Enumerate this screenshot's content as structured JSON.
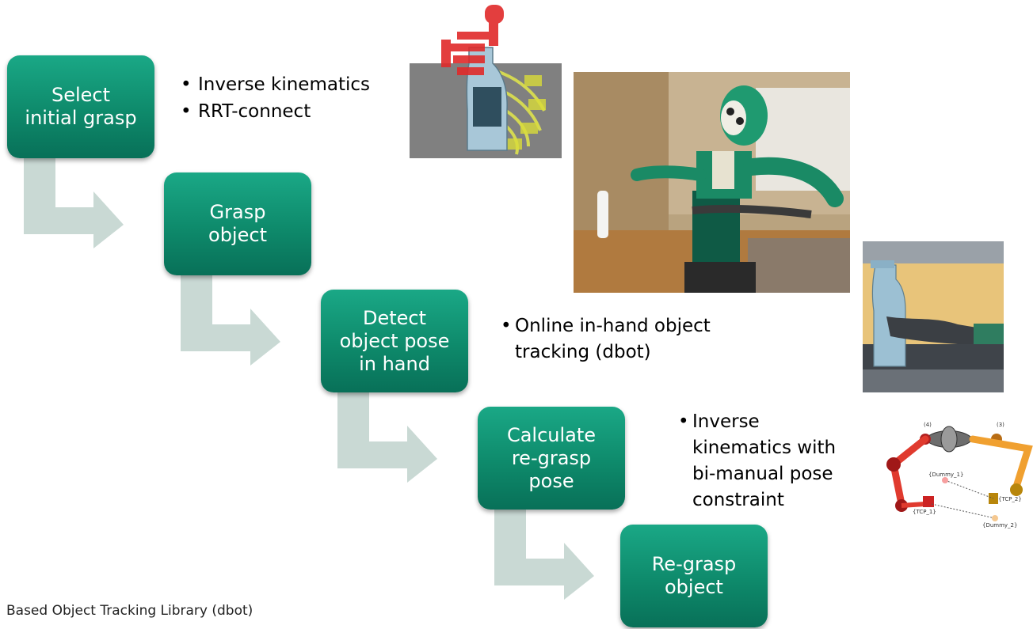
{
  "steps": [
    {
      "label": "Select\ninitial grasp"
    },
    {
      "label": "Grasp\nobject"
    },
    {
      "label": "Detect\nobject pose\nin hand"
    },
    {
      "label": "Calculate\nre-grasp\npose"
    },
    {
      "label": "Re-grasp\nobject"
    }
  ],
  "annotations": {
    "step1": [
      "Inverse kinematics",
      "RRT-connect"
    ],
    "step3": [
      "Online in-hand object\ntracking (dbot)"
    ],
    "step4": [
      "Inverse\nkinematics with\nbi-manual pose\nconstraint"
    ]
  },
  "diagram_labels": {
    "joint_left": "(4)",
    "joint_right": "(3)",
    "dummy_1": "{Dummy_1}",
    "dummy_2": "{Dummy_2}",
    "tcp_1": "{TCP_1}",
    "tcp_2": "{TCP_2}"
  },
  "footer": "Based Object Tracking Library (dbot)",
  "colors": {
    "step_fill": "#0e8a6b",
    "arrow_fill": "#c9d9d4",
    "arm_red": "#e03a2e",
    "arm_orange": "#f0a030"
  }
}
